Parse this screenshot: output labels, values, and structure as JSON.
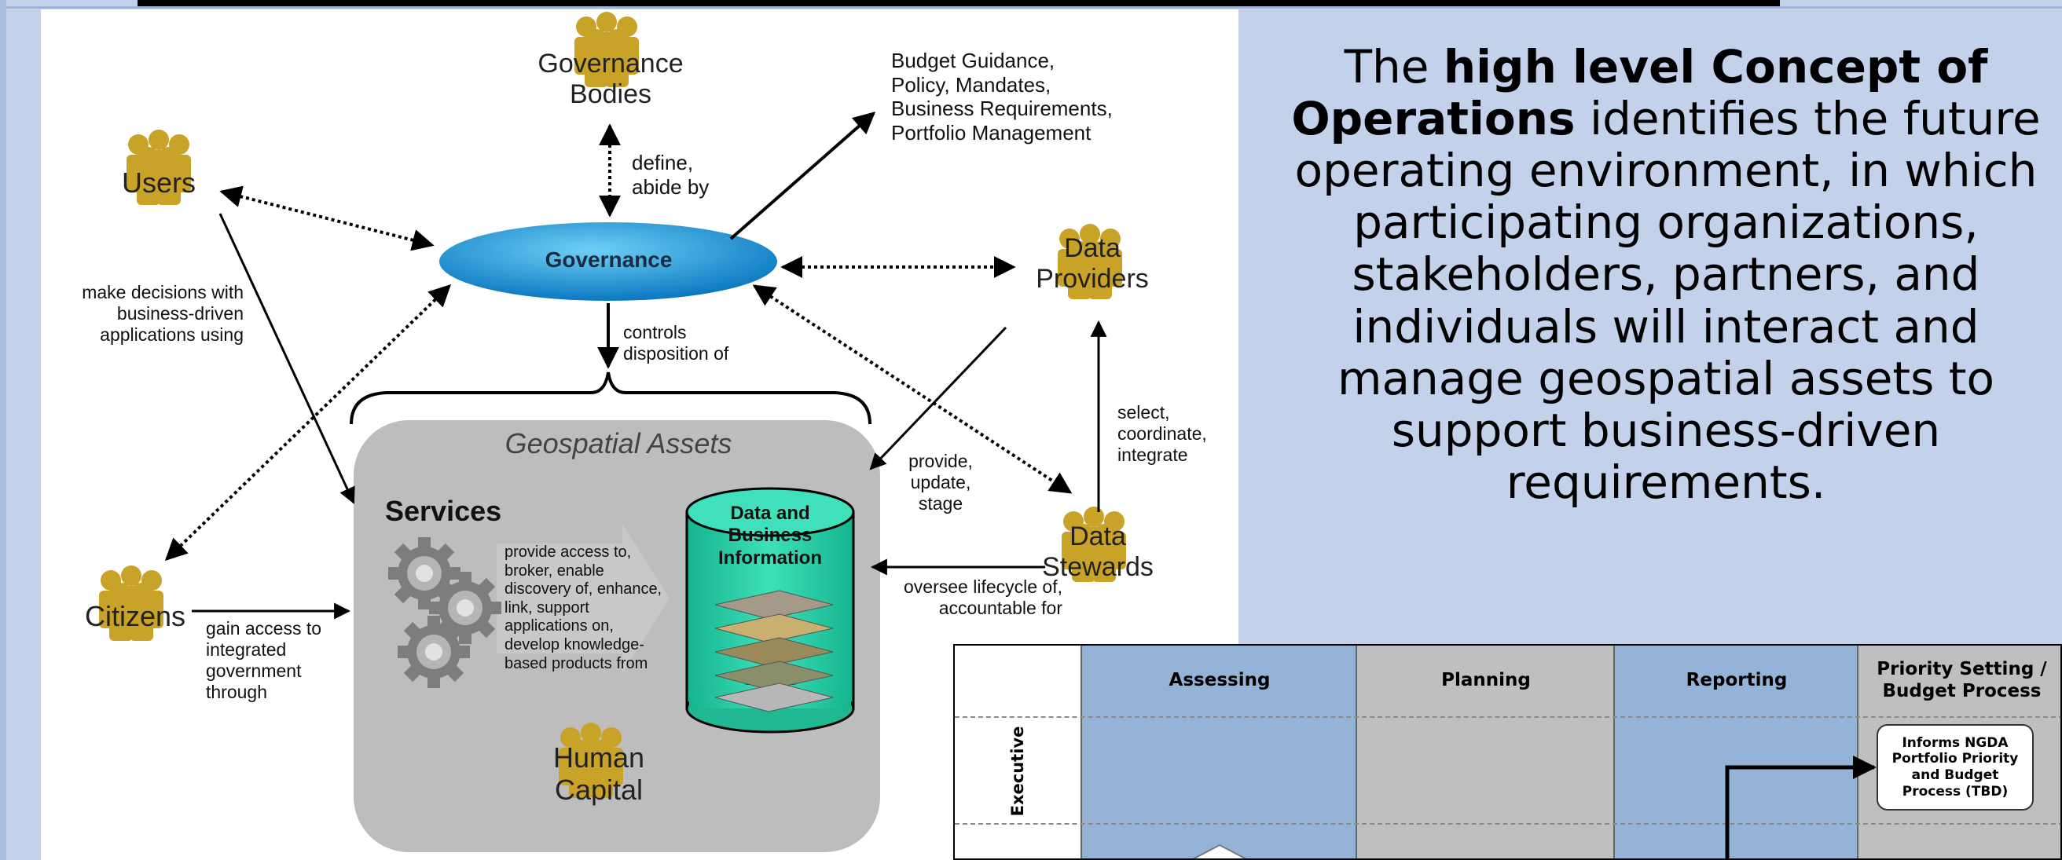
{
  "diagram": {
    "governance_label": "Governance",
    "geospatial_assets_title": "Geospatial Assets",
    "services_label": "Services",
    "services_text": "provide access to,\nbroker, enable\ndiscovery of, enhance,\nlink, support\napplications on,\ndevelop knowledge-\nbased products from",
    "data_cylinder_label": "Data and\nBusiness\nInformation",
    "actors": {
      "governance_bodies": "Governance\nBodies",
      "users": "Users",
      "citizens": "Citizens",
      "data_providers": "Data\nProviders",
      "data_stewards": "Data\nStewards",
      "human_capital": "Human\nCapital"
    },
    "edge_labels": {
      "define": "define,\nabide by",
      "budget": "Budget Guidance,\nPolicy, Mandates,\nBusiness Requirements,\nPortfolio Management",
      "make_decisions": "make decisions with\nbusiness-driven\napplications using",
      "controls": "controls\ndisposition of",
      "select": "select,\ncoordinate,\nintegrate",
      "provide": "provide,\nupdate,\nstage",
      "oversee": "oversee lifecycle of,\naccountable for",
      "gain_access": "gain access to\nintegrated\ngovernment\nthrough"
    },
    "colors": {
      "governance_ellipse": "#1aa0dc",
      "assets_box": "#bdbdbd",
      "cylinder": "#2dcea8",
      "actor_figures": "#c9a228"
    }
  },
  "concept": {
    "prefix": "The",
    "bold": "high level Concept of Operations",
    "rest": "identifies the future operating environment, in which participating organizations, stakeholders, partners, and individuals will interact and manage geospatial assets to support business-driven requirements."
  },
  "table": {
    "columns": [
      "Assessing",
      "Planning",
      "Reporting",
      "Priority Setting /\nBudget Process"
    ],
    "row_label": "Executive",
    "info_box": "Informs NGDA\nPortfolio Priority\nand Budget\nProcess (TBD)",
    "colors": {
      "blue": "#95b3d7",
      "gray": "#bfbfbf"
    }
  }
}
